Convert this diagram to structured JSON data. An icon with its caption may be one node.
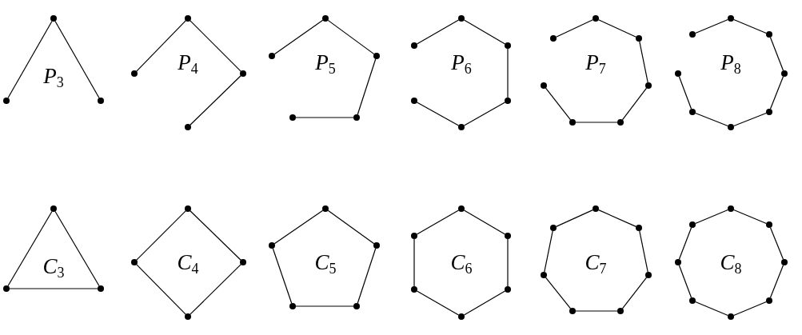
{
  "diagram": {
    "nodes": [
      {
        "text": [],
        "shape": "circle"
      },
      {
        "text": [],
        "shape": "circle"
      },
      {
        "text": [],
        "shape": "circle"
      },
      {
        "text": [],
        "shape": "circle"
      },
      {
        "text": [],
        "shape": "circle"
      },
      {
        "text": [],
        "shape": "circle"
      },
      {
        "text": [],
        "shape": "circle"
      },
      {
        "text": [],
        "shape": "circle"
      },
      {
        "text": [],
        "shape": "circle"
      },
      {
        "text": [],
        "shape": "circle"
      },
      {
        "text": [],
        "shape": "circle"
      },
      {
        "text": [],
        "shape": "circle"
      },
      {
        "text": [],
        "shape": "circle"
      },
      {
        "text": [],
        "shape": "circle"
      },
      {
        "text": [],
        "shape": "circle"
      },
      {
        "text": [],
        "shape": "circle"
      },
      {
        "text": [],
        "shape": "circle"
      },
      {
        "text": [],
        "shape": "circle"
      },
      {
        "text": [],
        "shape": "circle"
      },
      {
        "text": [],
        "shape": "circle"
      },
      {
        "text": [],
        "shape": "circle"
      },
      {
        "text": [],
        "shape": "circle"
      },
      {
        "text": [],
        "shape": "circle"
      },
      {
        "text": [],
        "shape": "circle"
      },
      {
        "text": [],
        "shape": "circle"
      },
      {
        "text": [],
        "shape": "circle"
      },
      {
        "text": [],
        "shape": "circle"
      },
      {
        "text": [],
        "shape": "circle"
      },
      {
        "text": [],
        "shape": "circle"
      },
      {
        "text": [],
        "shape": "circle"
      },
      {
        "text": [],
        "shape": "circle"
      },
      {
        "text": [],
        "shape": "circle"
      },
      {
        "text": [],
        "shape": "circle"
      },
      {
        "text": [],
        "shape": "circle"
      },
      {
        "text": [],
        "shape": "circle"
      },
      {
        "text": [],
        "shape": "circle"
      },
      {
        "text": [],
        "shape": "circle"
      },
      {
        "text": [],
        "shape": "circle"
      },
      {
        "text": [],
        "shape": "circle"
      },
      {
        "text": [],
        "shape": "circle"
      },
      {
        "text": [],
        "shape": "circle"
      },
      {
        "text": [],
        "shape": "circle"
      },
      {
        "text": [],
        "shape": "circle"
      },
      {
        "text": [],
        "shape": "circle"
      },
      {
        "text": [],
        "shape": "circle"
      },
      {
        "text": [],
        "shape": "circle"
      },
      {
        "text": [],
        "shape": "circle"
      },
      {
        "text": [],
        "shape": "circle"
      },
      {
        "text": [],
        "shape": "circle"
      },
      {
        "text": [],
        "shape": "circle"
      },
      {
        "text": [],
        "shape": "circle"
      },
      {
        "text": [],
        "shape": "circle"
      },
      {
        "text": [],
        "shape": "circle"
      },
      {
        "text": [],
        "shape": "circle"
      },
      {
        "text": [],
        "shape": "circle"
      },
      {
        "text": [],
        "shape": "circle"
      },
      {
        "text": [],
        "shape": "circle"
      },
      {
        "text": [],
        "shape": "circle"
      },
      {
        "text": [],
        "shape": "circle"
      },
      {
        "text": [],
        "shape": "circle"
      },
      {
        "text": [],
        "shape": "circle"
      },
      {
        "text": [],
        "shape": "circle"
      },
      {
        "text": [],
        "shape": "circle"
      },
      {
        "text": [],
        "shape": "circle"
      },
      {
        "text": [],
        "shape": "circle"
      },
      {
        "text": [],
        "shape": "circle"
      }
    ],
    "edges": [
      {
        "from": 0,
        "to": 1,
        "arrow": "none"
      },
      {
        "from": 1,
        "to": 2,
        "arrow": "none"
      },
      {
        "from": 3,
        "to": 4,
        "arrow": "none"
      },
      {
        "from": 4,
        "to": 5,
        "arrow": "none"
      },
      {
        "from": 5,
        "to": 6,
        "arrow": "none"
      },
      {
        "from": 7,
        "to": 8,
        "arrow": "none"
      },
      {
        "from": 8,
        "to": 9,
        "arrow": "none"
      },
      {
        "from": 9,
        "to": 10,
        "arrow": "none"
      },
      {
        "from": 10,
        "to": 11,
        "arrow": "none"
      },
      {
        "from": 12,
        "to": 13,
        "arrow": "none"
      },
      {
        "from": 13,
        "to": 14,
        "arrow": "none"
      },
      {
        "from": 14,
        "to": 15,
        "arrow": "none"
      },
      {
        "from": 15,
        "to": 16,
        "arrow": "none"
      },
      {
        "from": 16,
        "to": 17,
        "arrow": "none"
      },
      {
        "from": 18,
        "to": 19,
        "arrow": "none"
      },
      {
        "from": 19,
        "to": 20,
        "arrow": "none"
      },
      {
        "from": 20,
        "to": 21,
        "arrow": "none"
      },
      {
        "from": 21,
        "to": 22,
        "arrow": "none"
      },
      {
        "from": 22,
        "to": 23,
        "arrow": "none"
      },
      {
        "from": 23,
        "to": 24,
        "arrow": "none"
      },
      {
        "from": 25,
        "to": 26,
        "arrow": "none"
      },
      {
        "from": 26,
        "to": 27,
        "arrow": "none"
      },
      {
        "from": 27,
        "to": 28,
        "arrow": "none"
      },
      {
        "from": 28,
        "to": 29,
        "arrow": "none"
      },
      {
        "from": 29,
        "to": 30,
        "arrow": "none"
      },
      {
        "from": 30,
        "to": 31,
        "arrow": "none"
      },
      {
        "from": 31,
        "to": 32,
        "arrow": "none"
      },
      {
        "from": 33,
        "to": 34,
        "arrow": "none"
      },
      {
        "from": 34,
        "to": 35,
        "arrow": "none"
      },
      {
        "from": 35,
        "to": 33,
        "arrow": "none"
      },
      {
        "from": 36,
        "to": 37,
        "arrow": "none"
      },
      {
        "from": 37,
        "to": 38,
        "arrow": "none"
      },
      {
        "from": 38,
        "to": 39,
        "arrow": "none"
      },
      {
        "from": 39,
        "to": 36,
        "arrow": "none"
      },
      {
        "from": 40,
        "to": 41,
        "arrow": "none"
      },
      {
        "from": 41,
        "to": 42,
        "arrow": "none"
      },
      {
        "from": 42,
        "to": 43,
        "arrow": "none"
      },
      {
        "from": 43,
        "to": 44,
        "arrow": "none"
      },
      {
        "from": 44,
        "to": 40,
        "arrow": "none"
      },
      {
        "from": 45,
        "to": 46,
        "arrow": "none"
      },
      {
        "from": 46,
        "to": 47,
        "arrow": "none"
      },
      {
        "from": 47,
        "to": 48,
        "arrow": "none"
      },
      {
        "from": 48,
        "to": 49,
        "arrow": "none"
      },
      {
        "from": 49,
        "to": 50,
        "arrow": "none"
      },
      {
        "from": 50,
        "to": 45,
        "arrow": "none"
      },
      {
        "from": 51,
        "to": 52,
        "arrow": "none"
      },
      {
        "from": 52,
        "to": 53,
        "arrow": "none"
      },
      {
        "from": 53,
        "to": 54,
        "arrow": "none"
      },
      {
        "from": 54,
        "to": 55,
        "arrow": "none"
      },
      {
        "from": 55,
        "to": 56,
        "arrow": "none"
      },
      {
        "from": 56,
        "to": 57,
        "arrow": "none"
      },
      {
        "from": 57,
        "to": 51,
        "arrow": "none"
      },
      {
        "from": 58,
        "to": 59,
        "arrow": "none"
      },
      {
        "from": 59,
        "to": 60,
        "arrow": "none"
      },
      {
        "from": 60,
        "to": 61,
        "arrow": "none"
      },
      {
        "from": 61,
        "to": 62,
        "arrow": "none"
      },
      {
        "from": 62,
        "to": 63,
        "arrow": "none"
      },
      {
        "from": 63,
        "to": 64,
        "arrow": "none"
      },
      {
        "from": 64,
        "to": 65,
        "arrow": "none"
      },
      {
        "from": 65,
        "to": 58,
        "arrow": "none"
      }
    ],
    "labels": [
      "*P*$_{3}$",
      "*P*$_{4}$",
      "*P*$_{5}$",
      "*P*$_{6}$",
      "*P*$_{7}$",
      "*P*$_{8}$",
      "*C*$_{3}$",
      "*C*$_{4}$",
      "*C*$_{5}$",
      "*C*$_{6}$",
      "*C*$_{7}$",
      "*C*$_{8}$"
    ]
  }
}
